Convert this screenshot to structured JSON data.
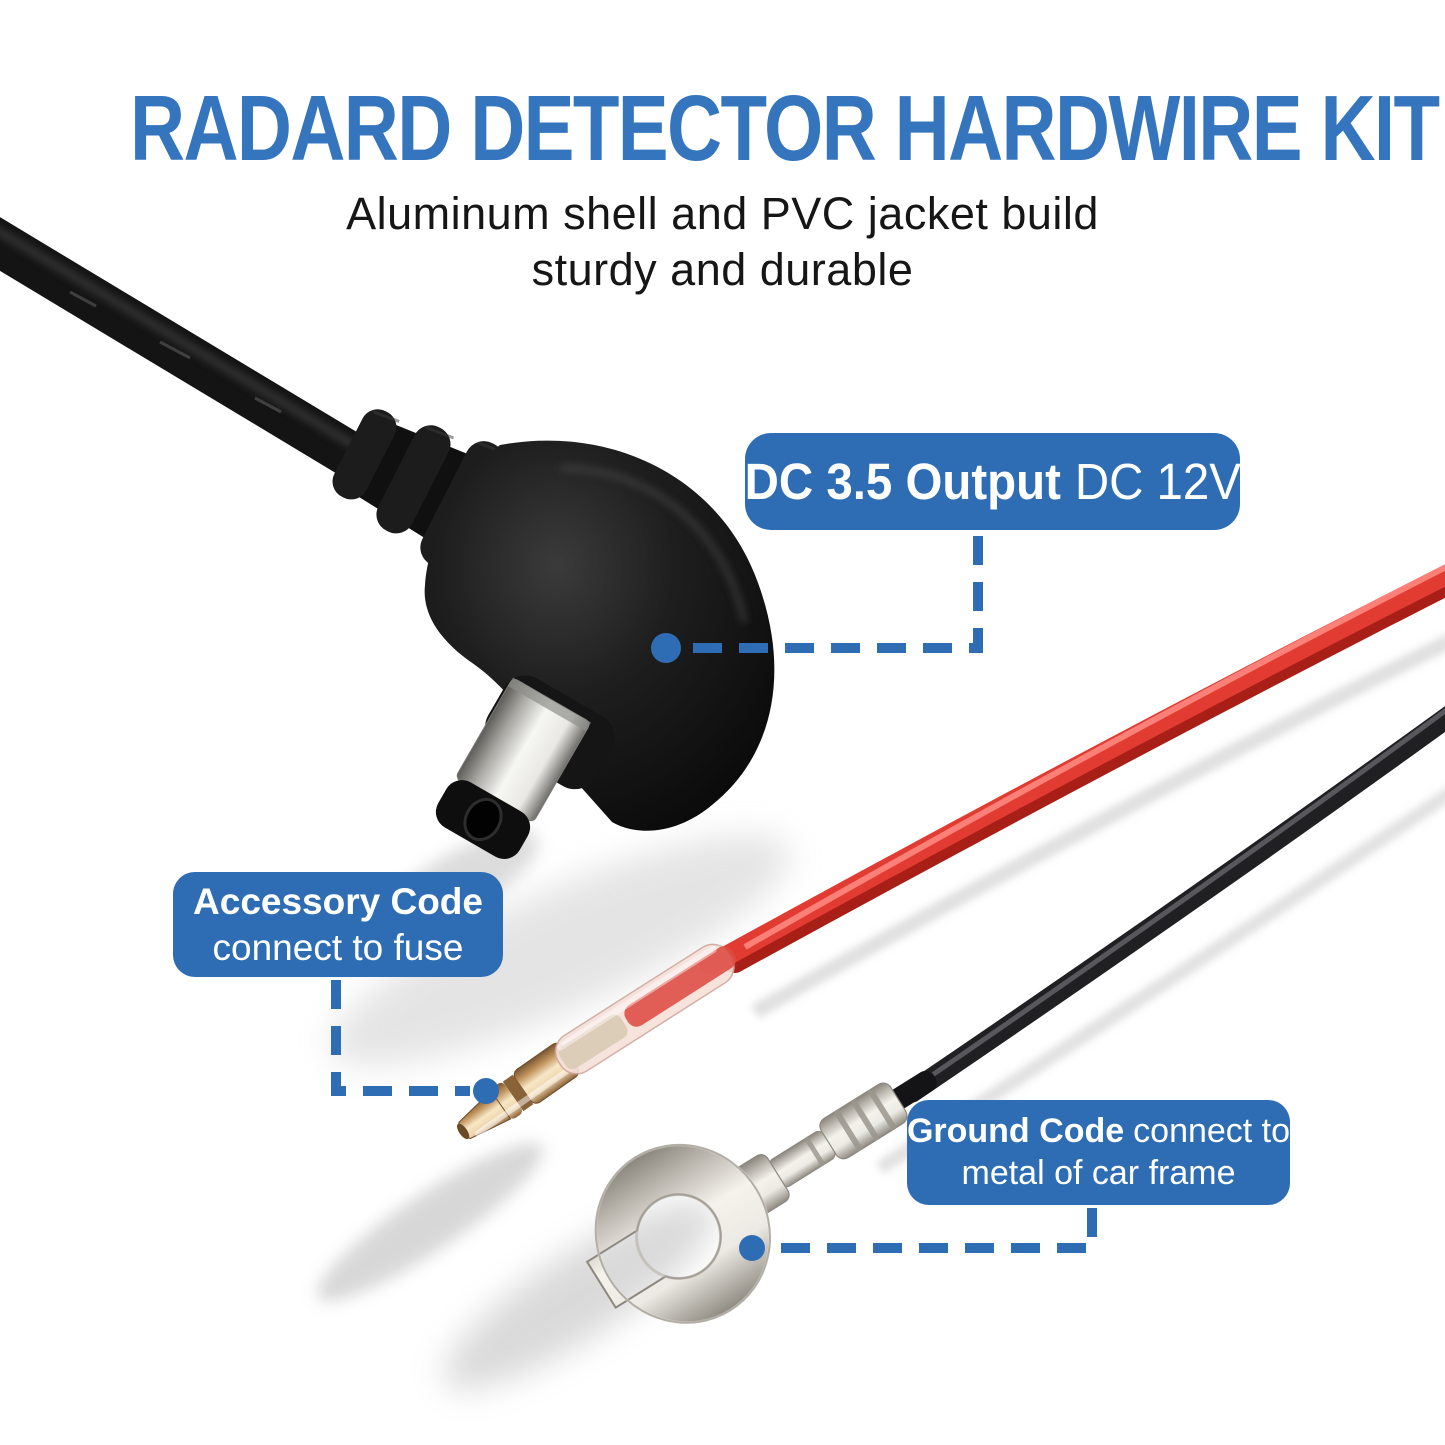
{
  "header": {
    "title": "RADARD DETECTOR HARDWIRE KIT",
    "subtitle_line1": "Aluminum shell and PVC jacket build",
    "subtitle_line2": "sturdy and durable"
  },
  "callouts": {
    "dc_output": {
      "bold_label": "DC 3.5 Output",
      "regular_label": "DC 12V"
    },
    "accessory": {
      "title": "Accessory Code",
      "desc": "connect to fuse"
    },
    "ground": {
      "bold_text": "Ground Code",
      "regular_text": "connect to",
      "line2": "metal of car frame"
    }
  },
  "photo_objects": {
    "plug": "right-angle DC 3.5mm barrel plug on black cable",
    "red_wire": "red accessory wire with gold bullet terminal",
    "black_wire": "black ground wire with silver fork terminal"
  },
  "colors": {
    "title_blue": "#3575bd",
    "accent_blue": "#2e6db4",
    "wire_red": "#e23b31",
    "background": "#ffffff"
  }
}
